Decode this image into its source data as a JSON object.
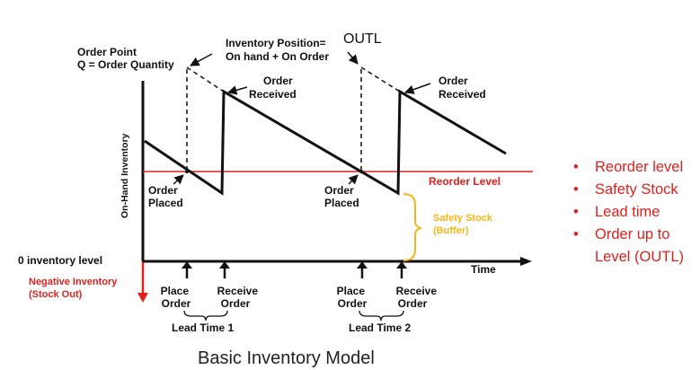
{
  "diagram": {
    "title": "Basic Inventory Model",
    "y_axis_label": "On-Hand Inventory",
    "x_axis_label": "Time",
    "zero_level_label": "0 inventory level",
    "negative_inventory_label": [
      "Negative Inventory",
      "(Stock Out)"
    ],
    "reorder_level_label": "Reorder Level",
    "safety_stock_label": [
      "Safety Stock",
      "(Buffer)"
    ],
    "order_point_label": [
      "Order Point",
      "Q = Order Quantity"
    ],
    "inventory_position_label": [
      "Inventory Position=",
      "On hand + On Order"
    ],
    "outl_label": "OUTL",
    "order_received_1": [
      "Order",
      "Received"
    ],
    "order_received_2": [
      "Order",
      "Received"
    ],
    "order_placed_1": [
      "Order",
      "Placed"
    ],
    "order_placed_2": [
      "Order",
      "Placed"
    ],
    "place_order_1": [
      "Place",
      "Order"
    ],
    "receive_order_1": [
      "Receive",
      "Order"
    ],
    "place_order_2": [
      "Place",
      "Order"
    ],
    "receive_order_2": [
      "Receive",
      "Order"
    ],
    "lead_time_1": "Lead Time 1",
    "lead_time_2": "Lead Time 2",
    "colors": {
      "reorder_line": "#e0201c",
      "safety_stock": "#f5b61b",
      "negative_axis": "#e0201c",
      "inventory_line": "#111111"
    }
  },
  "bullets": [
    "Reorder level",
    "Safety Stock",
    "Lead time",
    "Order up to Level (OUTL)"
  ]
}
